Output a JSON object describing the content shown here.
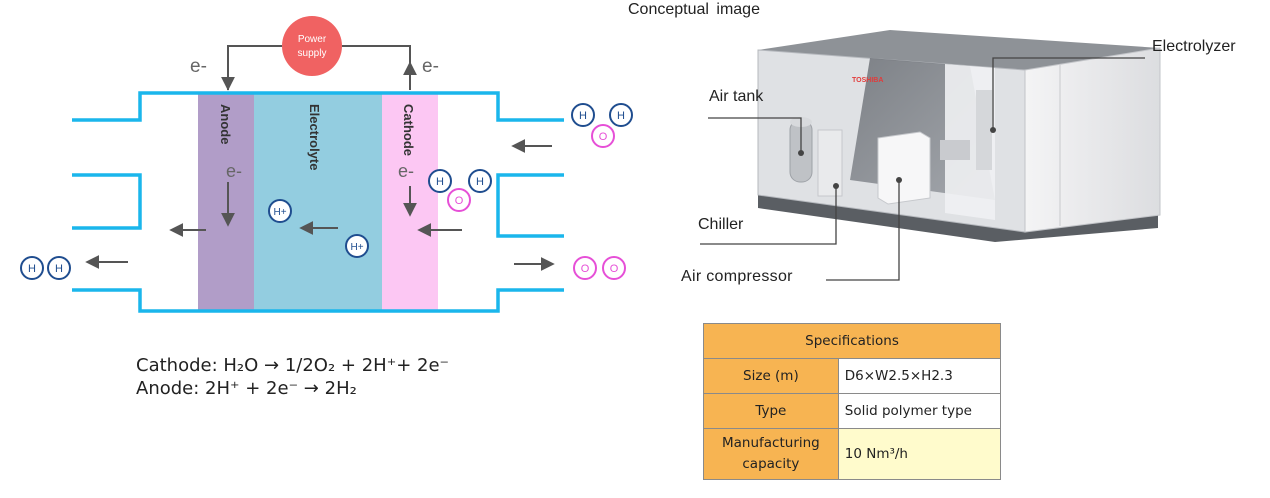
{
  "cell": {
    "power_supply_line1": "Power",
    "power_supply_line2": "supply",
    "electron": "e-",
    "anode": "Anode",
    "electrolyte": "Electrolyte",
    "cathode": "Cathode",
    "hydrogen_ion": "H+",
    "h_atom": "H",
    "o_atom": "O",
    "colors": {
      "pipe": "#1ab6ec",
      "anode": "#b19dc8",
      "electrolyte": "#93cde0",
      "cathode": "#fcc7f3",
      "power": "#f06262",
      "h_ring": "#1f4d8f",
      "o_ring": "#e64fd7"
    }
  },
  "equations": {
    "cathode_prefix": "Cathode:",
    "cathode_formula": "H₂O → 1/2O₂ + 2H⁺+ 2e⁻",
    "anode_prefix": "Anode:",
    "anode_formula": "2H⁺ + 2e⁻ → 2H₂"
  },
  "machine": {
    "caption": "Conceptual image",
    "labels": {
      "electrolyzer": "Electrolyzer",
      "air_tank": "Air tank",
      "chiller": "Chiller",
      "air_compressor": "Air compressor"
    },
    "brand": "TOSHIBA"
  },
  "specs": {
    "header": "Specifications",
    "rows": [
      {
        "label": "Size (m)",
        "value": "D6×W2.5×H2.3"
      },
      {
        "label": "Type",
        "value": "Solid polymer type"
      },
      {
        "label": "Manufacturing capacity",
        "value": "10 Nm³/h"
      }
    ]
  }
}
